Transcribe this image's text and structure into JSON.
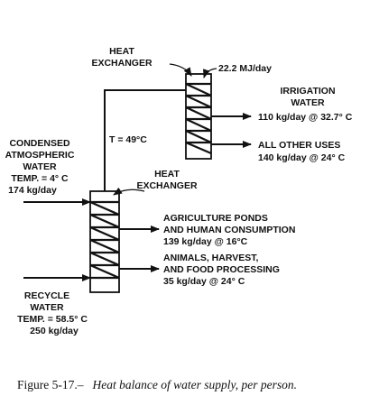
{
  "upper_exchanger": {
    "title_line1": "HEAT",
    "title_line2": "EXCHANGER",
    "energy": "22.2 MJ/day"
  },
  "lower_exchanger": {
    "title_line1": "HEAT",
    "title_line2": "EXCHANGER"
  },
  "pipe_temp": "T = 49°C",
  "irrigation": {
    "line1": "IRRIGATION",
    "line2": "WATER",
    "flow": "110 kg/day @ 32.7° C"
  },
  "other_uses": {
    "line1": "ALL OTHER USES",
    "flow": "140 kg/day @ 24° C"
  },
  "condensed": {
    "line1": "CONDENSED",
    "line2": "ATMOSPHERIC",
    "line3": "WATER",
    "temp": "TEMP. = 4° C",
    "flow": "174 kg/day"
  },
  "agriculture": {
    "line1": "AGRICULTURE PONDS",
    "line2": "AND HUMAN CONSUMPTION",
    "flow": "139 kg/day @ 16°C"
  },
  "animals": {
    "line1": "ANIMALS, HARVEST,",
    "line2": "AND FOOD PROCESSING",
    "flow": "35 kg/day @ 24° C"
  },
  "recycle": {
    "line1": "RECYCLE",
    "line2": "WATER",
    "temp": "TEMP. = 58.5° C",
    "flow": "250 kg/day"
  },
  "caption": {
    "figure": "Figure 5-17.–",
    "text": "Heat balance of water supply, per person."
  }
}
